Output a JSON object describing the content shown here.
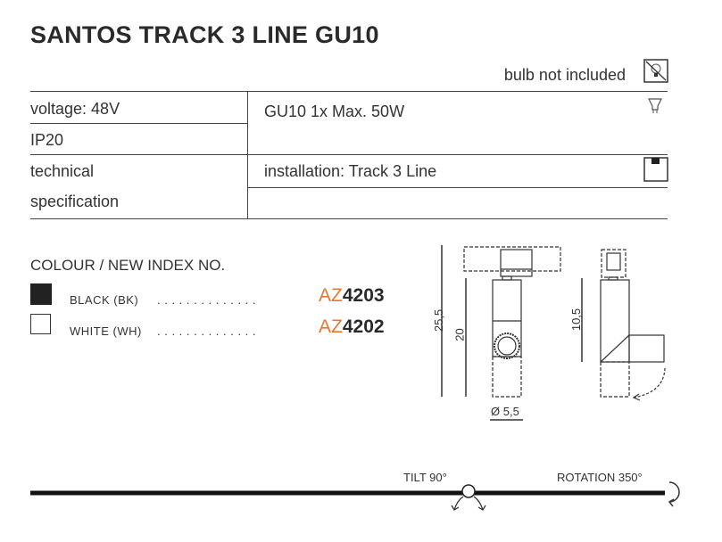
{
  "title": "SANTOS TRACK 3 LINE GU10",
  "bulb_note": "bulb not included",
  "specs": {
    "voltage": "voltage: 48V",
    "ip": "IP20",
    "technical": "technical",
    "specification": "specification",
    "bulb": "GU10 1x Max. 50W",
    "installation": "installation: Track 3 Line"
  },
  "colours": {
    "heading": "COLOUR / NEW INDEX NO.",
    "items": [
      {
        "label": "BLACK (BK)",
        "dots": ". . . . . . . . . . . . . .",
        "prefix": "AZ",
        "number": "4203",
        "swatch": "#222222"
      },
      {
        "label": "WHITE (WH)",
        "dots": ". . . . . . . . . . . . . .",
        "prefix": "AZ",
        "number": "4202",
        "swatch": "#ffffff"
      }
    ]
  },
  "drawing": {
    "dim_total": "25,5",
    "dim_body": "20",
    "dim_side": "10,5",
    "diameter": "Ø 5,5"
  },
  "features": {
    "tilt": "TILT 90°",
    "rotation": "ROTATION 350°"
  },
  "accent_color": "#e8782e"
}
